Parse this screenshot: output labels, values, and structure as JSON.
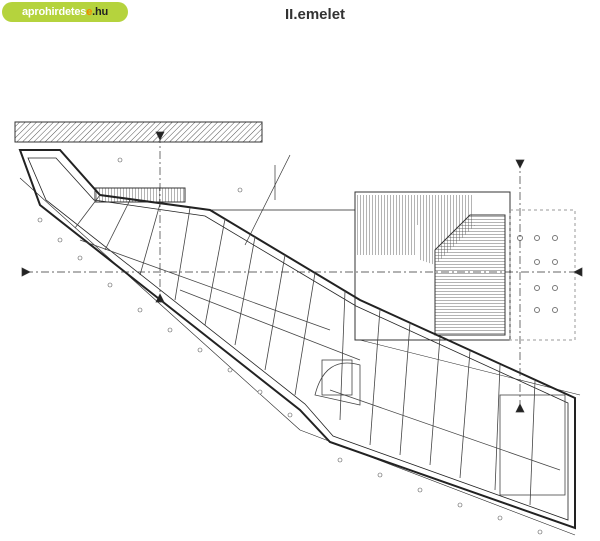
{
  "logo": {
    "part1": "aprohirdetes",
    "part2": "e",
    "part3": ".hu"
  },
  "title": "II.emelet",
  "colors": {
    "logo_bg": "#b5d33d",
    "logo_accent": "#f08a00",
    "line": "#333333"
  }
}
